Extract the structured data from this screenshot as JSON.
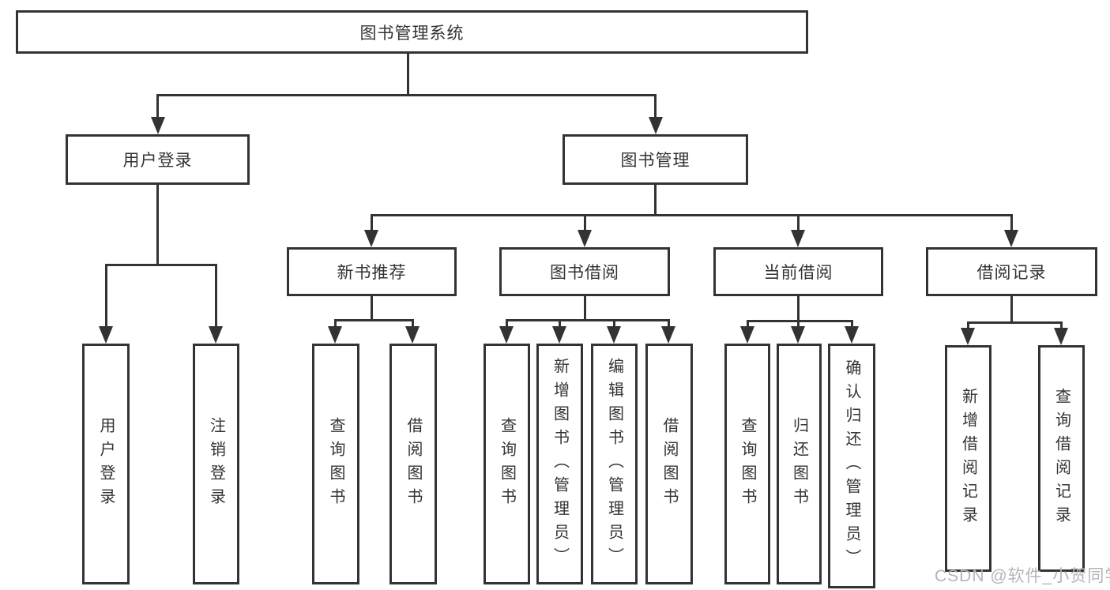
{
  "colors": {
    "line": "#333333",
    "text": "#333333",
    "watermark": "#b5b5b5",
    "canvas": "#ffffff"
  },
  "root": {
    "label": "图书管理系统"
  },
  "user_login": {
    "label": "用户登录",
    "children": [
      {
        "label": "用户登录"
      },
      {
        "label": "注销登录"
      }
    ]
  },
  "book_mgmt": {
    "label": "图书管理",
    "modules": [
      {
        "label": "新书推荐",
        "children": [
          {
            "label": "查询图书"
          },
          {
            "label": "借阅图书"
          }
        ]
      },
      {
        "label": "图书借阅",
        "children": [
          {
            "label": "查询图书"
          },
          {
            "label": "新增图书（管理员）"
          },
          {
            "label": "编辑图书（管理员）"
          },
          {
            "label": "借阅图书"
          }
        ]
      },
      {
        "label": "当前借阅",
        "children": [
          {
            "label": "查询图书"
          },
          {
            "label": "归还图书"
          },
          {
            "label": "确认归还（管理员）"
          }
        ]
      },
      {
        "label": "借阅记录",
        "children": [
          {
            "label": "新增借阅记录"
          },
          {
            "label": "查询借阅记录"
          }
        ]
      }
    ]
  },
  "watermark": {
    "text": "CSDN @软件_小贺同学"
  }
}
